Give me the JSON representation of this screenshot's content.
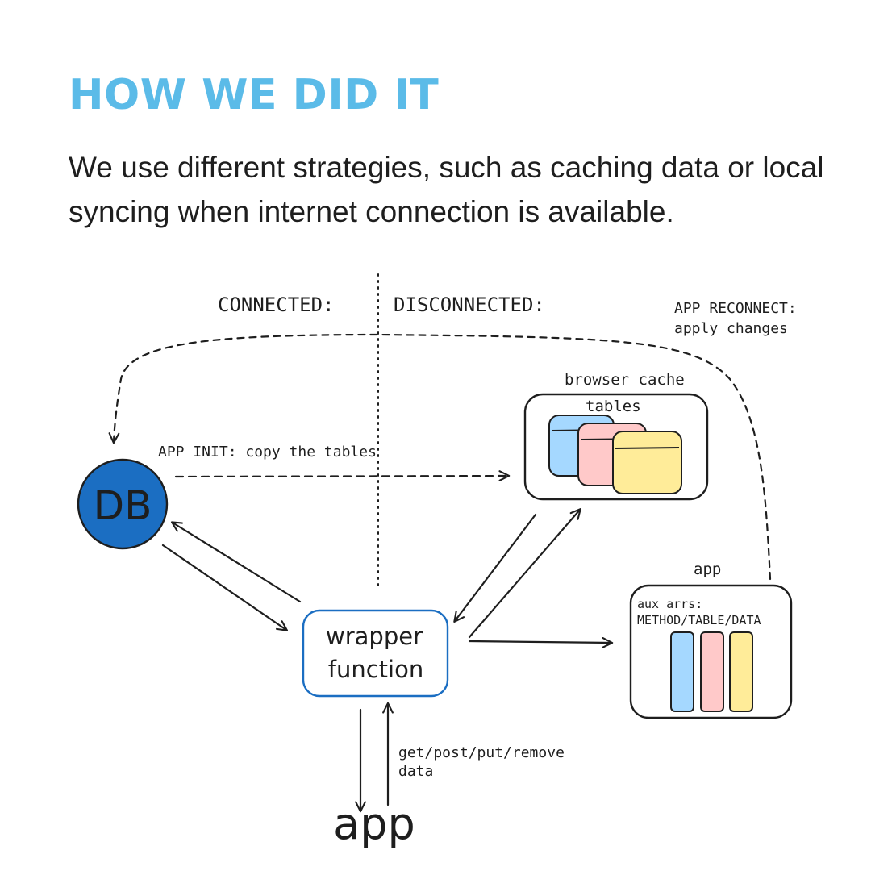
{
  "header": {
    "title": "HOW WE DID IT",
    "subtitle": "We use different strategies, such as caching data or local syncing when internet connection is available."
  },
  "diagram": {
    "connected_label": "CONNECTED:",
    "disconnected_label": "DISCONNECTED:",
    "reconnect_label_line1": "APP RECONNECT:",
    "reconnect_label_line2": "apply changes",
    "browser_cache_label": "browser cache",
    "tables_label": "tables",
    "app_init_label": "APP INIT: copy the tables",
    "db_label": "DB",
    "wrapper_line1": "wrapper",
    "wrapper_line2": "function",
    "app_box_label": "app",
    "aux_line1": "aux_arrs:",
    "aux_line2": "METHOD/TABLE/DATA",
    "crud_line1": "get/post/put/remove",
    "crud_line2": "data",
    "app_bottom_label": "app"
  },
  "colors": {
    "title": "#5bbbe8",
    "db_fill": "#1b6ec2",
    "wrapper_border": "#1b6ec2",
    "blue": "#a5d8ff",
    "pink": "#ffc9c9",
    "yellow": "#ffec99"
  }
}
